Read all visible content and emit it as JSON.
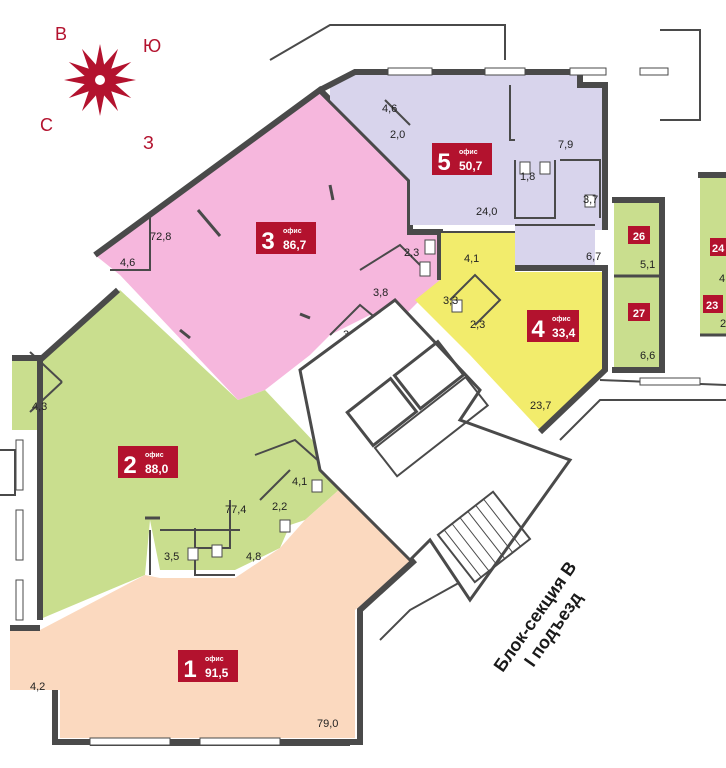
{
  "compass": {
    "north": "С",
    "south": "Ю",
    "east": "В",
    "west": "З",
    "color": "#b3122e"
  },
  "colors": {
    "office_1": "#fbd9bf",
    "office_2": "#c9de8e",
    "office_3": "#f6b7dd",
    "office_4": "#f2ec6c",
    "office_5": "#d8d4ec",
    "badge": "#b3122e",
    "wall": "#4a4a4a"
  },
  "offices": [
    {
      "number": "1",
      "label": "офис",
      "area": "91,5",
      "sub_areas": [
        "79,0",
        "4,2",
        "3,5",
        "4,8"
      ]
    },
    {
      "number": "2",
      "label": "офис",
      "area": "88,0",
      "sub_areas": [
        "77,4",
        "4,3",
        "4,1",
        "2,2"
      ]
    },
    {
      "number": "3",
      "label": "офис",
      "area": "86,7",
      "sub_areas": [
        "72,8",
        "4,6",
        "2,3",
        "3,8",
        "3,2"
      ]
    },
    {
      "number": "4",
      "label": "офис",
      "area": "33,4",
      "sub_areas": [
        "23,7",
        "4,1",
        "3,3",
        "2,3"
      ]
    },
    {
      "number": "5",
      "label": "офис",
      "area": "50,7",
      "sub_areas": [
        "24,0",
        "4,6",
        "2,0",
        "7,9",
        "1,8",
        "3,7",
        "6,7"
      ]
    }
  ],
  "units": [
    {
      "number": "26",
      "area": "5,1"
    },
    {
      "number": "27",
      "area": "6,6"
    },
    {
      "number": "24",
      "area": "4"
    },
    {
      "number": "23",
      "area": "2"
    }
  ],
  "block_label": {
    "line1": "Блок-секция В",
    "line2": "I подъезд"
  }
}
